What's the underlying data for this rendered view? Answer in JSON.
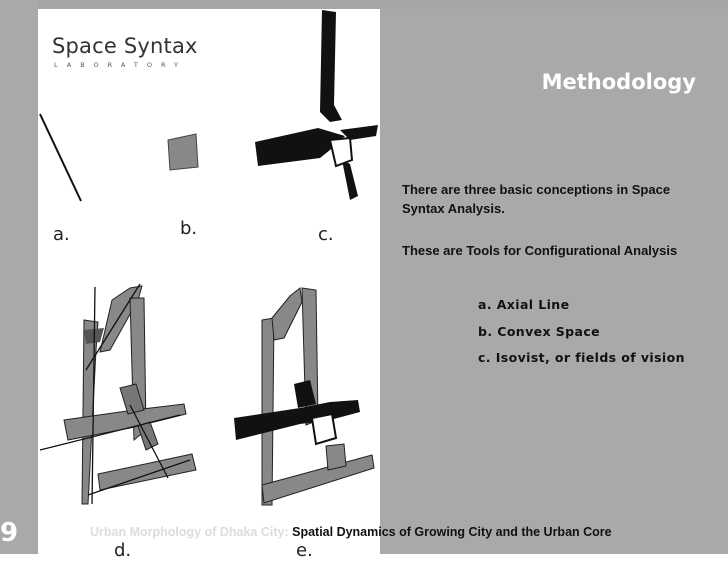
{
  "slide": {
    "title": "Methodology",
    "page_number": "9",
    "brand": {
      "name": "Space Syntax",
      "sub": "LABORATORY"
    },
    "intro": "There are three basic conceptions in Space Syntax Analysis.",
    "tools_heading": "These are Tools for Configurational Analysis",
    "tools": [
      "a. Axial Line",
      "b. Convex Space",
      "c. Isovist, or fields of vision"
    ],
    "footer": {
      "muted": "Urban Morphology of Dhaka City:",
      "dark": "Spatial Dynamics of Growing City and the Urban Core"
    },
    "figure_labels": [
      "a.",
      "b.",
      "c.",
      "d.",
      "e."
    ]
  },
  "colors": {
    "background": "#a6a6a6",
    "panel": "#ffffff",
    "title": "#ffffff",
    "text": "#111111"
  }
}
